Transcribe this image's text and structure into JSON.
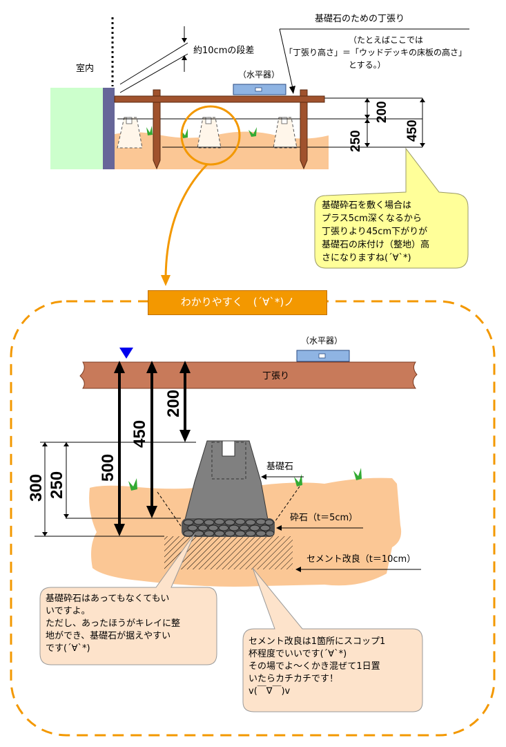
{
  "top": {
    "title": "基礎石のための丁張り",
    "note_line1": "（たとえばここでは",
    "note_line2": "「丁張り高さ」＝「ウッドデッキの床板の高さ」",
    "note_line3": "とする。）",
    "step_label": "約10cmの段差",
    "room_label": "室内",
    "level_label": "（水平器）",
    "dim_200": "200",
    "dim_250": "250",
    "dim_450": "450"
  },
  "callout_top": "基礎砕石を敷く場合は\nプラス5cm深くなるから\n丁張りより45cm下がりが\n基礎石の床付け（整地）高\nさになりますね(´∀`*)",
  "caption": "わかりやすく　(´∀`*)ノ",
  "bottom": {
    "level_label": "（水平器）",
    "batter_label": "丁張り",
    "stone_label": "基礎石",
    "gravel_label": "砕石（t＝5cm）",
    "cement_label": "セメント改良（t＝10cm）",
    "dim_200": "200",
    "dim_450": "450",
    "dim_500": "500",
    "dim_250": "250",
    "dim_300": "300"
  },
  "bubble_left": "基礎砕石はあってもなくてもい\nいですよ。\nただし、あったほうがキレイに整\n地ができ、基礎石が据えやすい\nです(´∀`*)",
  "bubble_right": "セメント改良は1箇所にスコップ1\n杯程度でいいです(´∀`*)\nその場でよ～くかき混ぜて1日置\nいたらカチカチです！\nv(￣∇￣)v",
  "colors": {
    "soil": "#fbc795",
    "wood": "#a0522d",
    "level": "#8fb4e3",
    "caption": "#f39800",
    "callout": "#ffff99",
    "bubble": "#fde3cb"
  }
}
